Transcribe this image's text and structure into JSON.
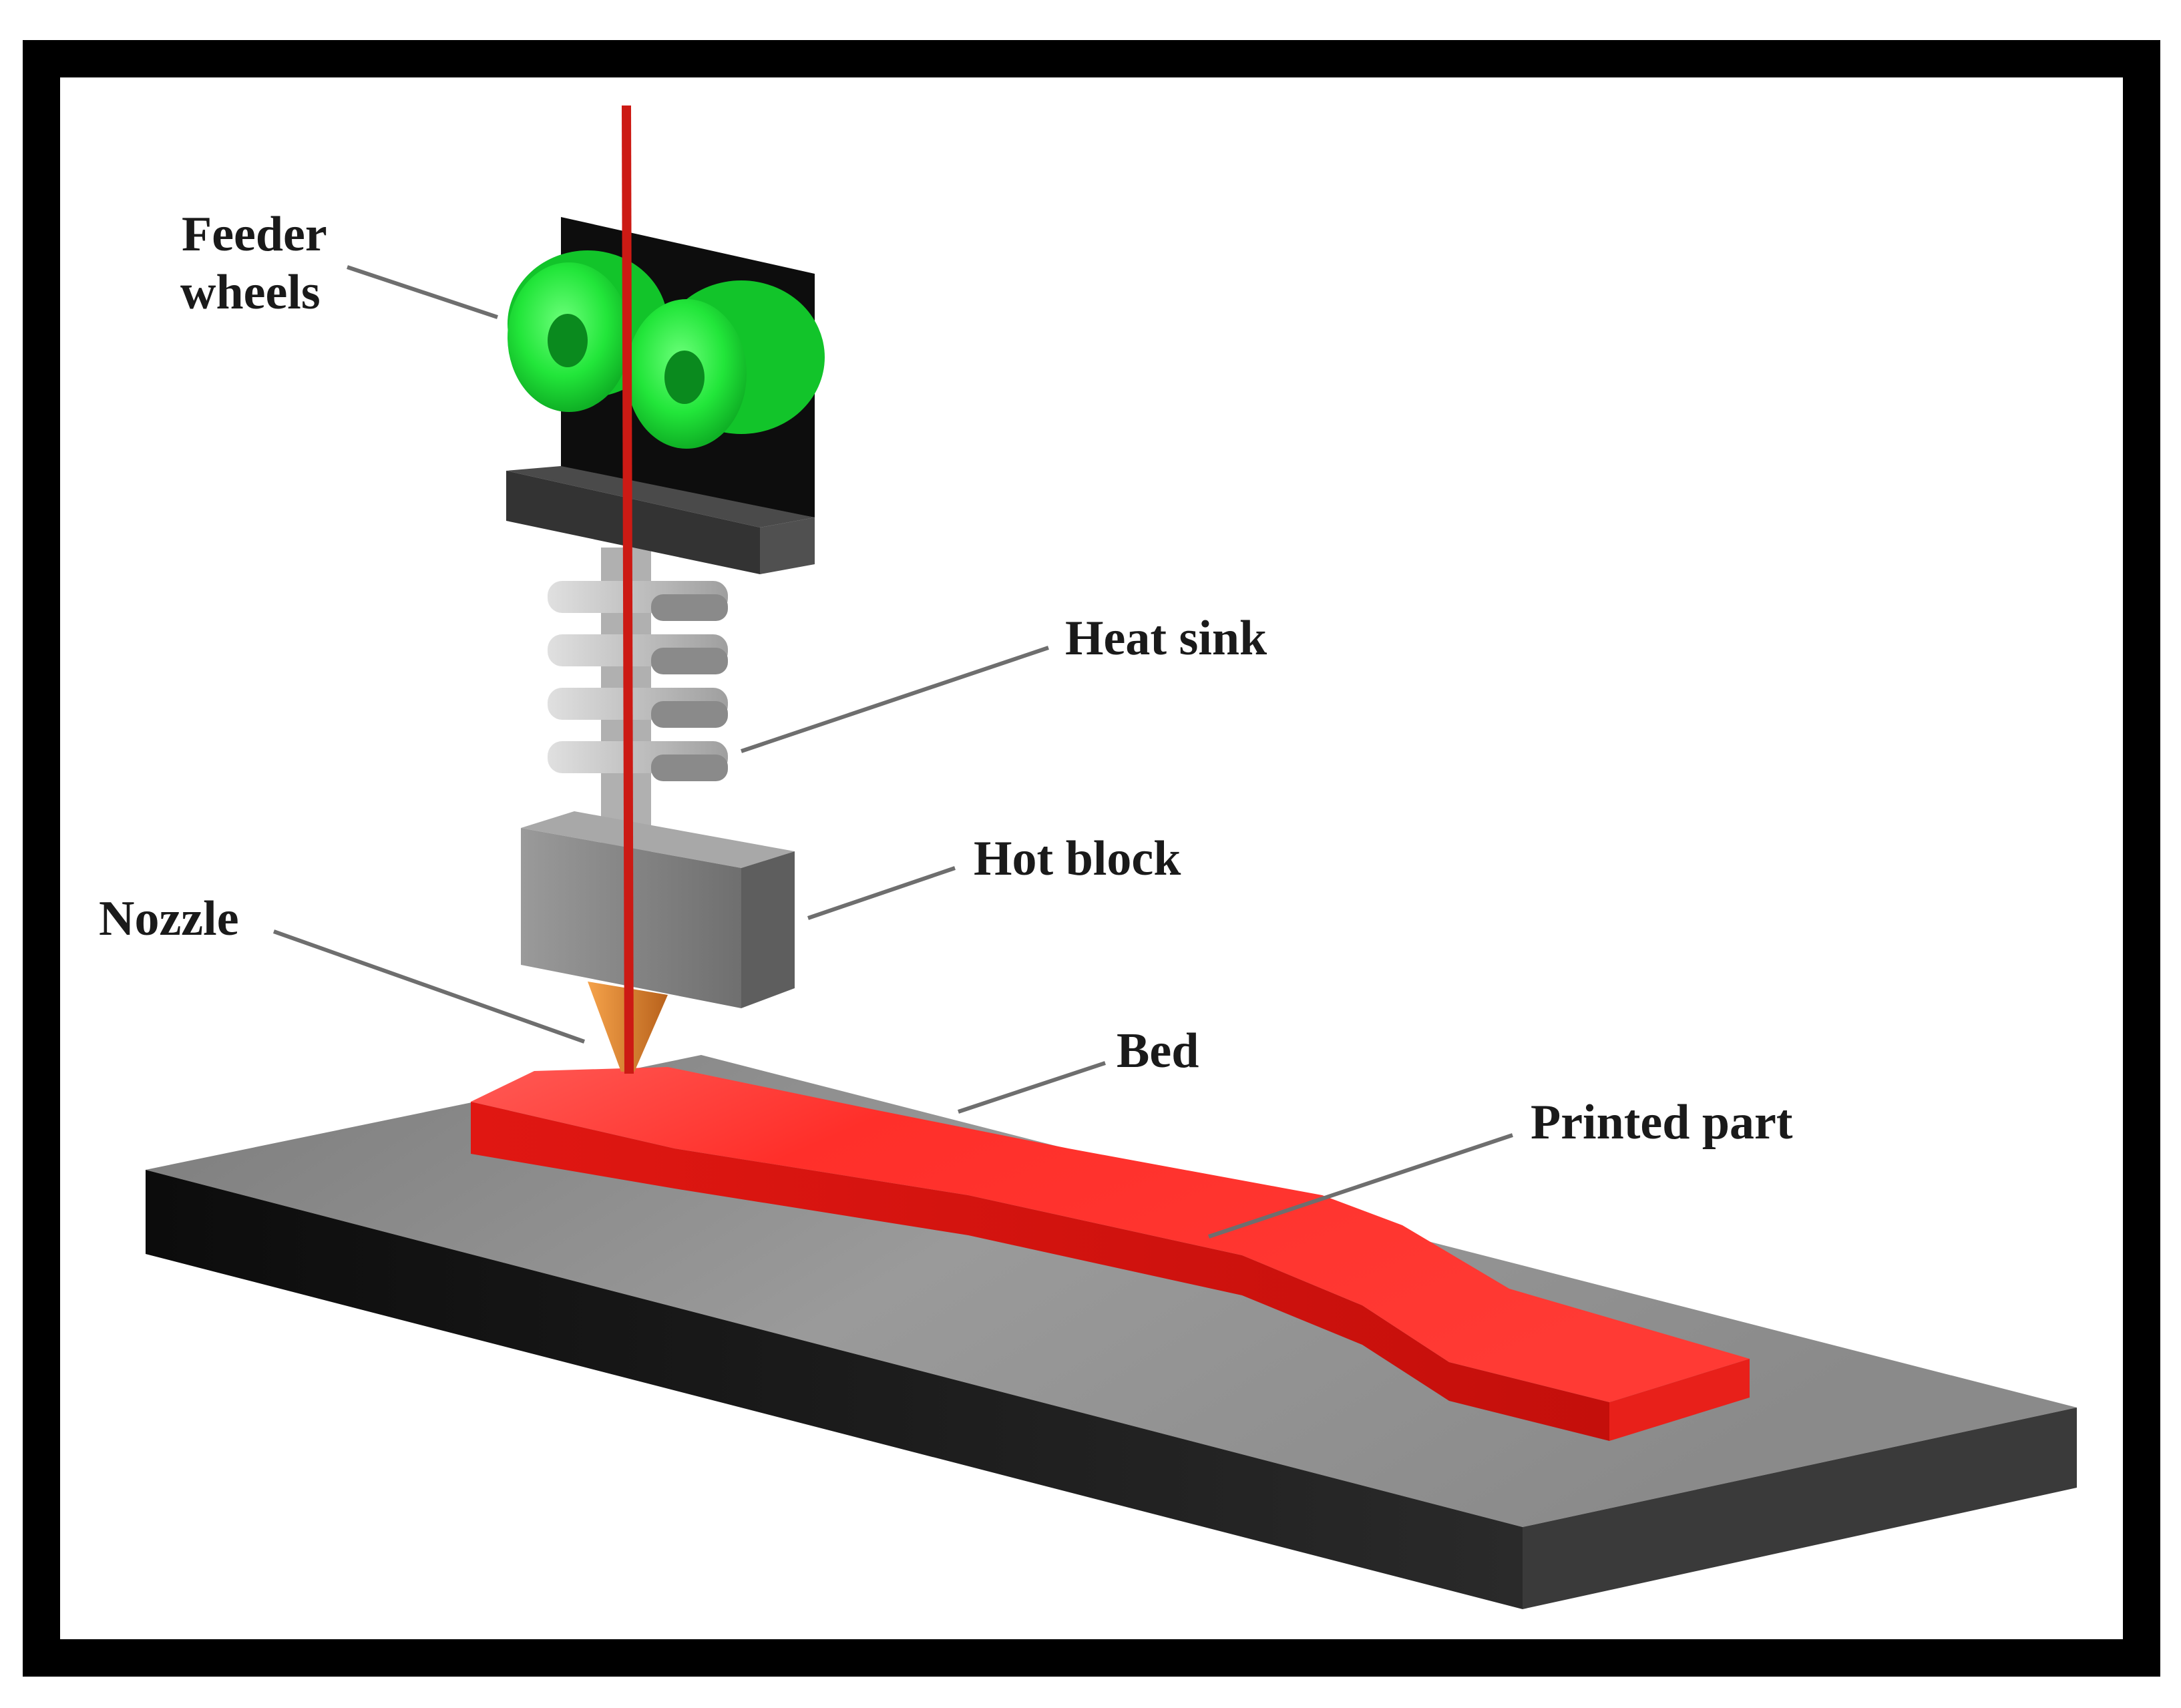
{
  "diagram": {
    "labels": {
      "feeder_wheels_line1": "Feeder",
      "feeder_wheels_line2": "wheels",
      "heat_sink": "Heat sink",
      "hot_block": "Hot block",
      "nozzle": "Nozzle",
      "bed": "Bed",
      "printed_part": "Printed part"
    },
    "colors": {
      "frame": "#000000",
      "filament": "#cc1a14",
      "feeder_wheels": "#22e63a",
      "motor_plate": "#0d0d0d",
      "mount": "#3c3c3c",
      "heat_sink": "#bcbcbc",
      "hot_block": "#8a8a8a",
      "nozzle": "#d9822b",
      "bed_top": "#8f8f8f",
      "bed_side": "#141414",
      "printed_part": "#ff2a25"
    }
  }
}
